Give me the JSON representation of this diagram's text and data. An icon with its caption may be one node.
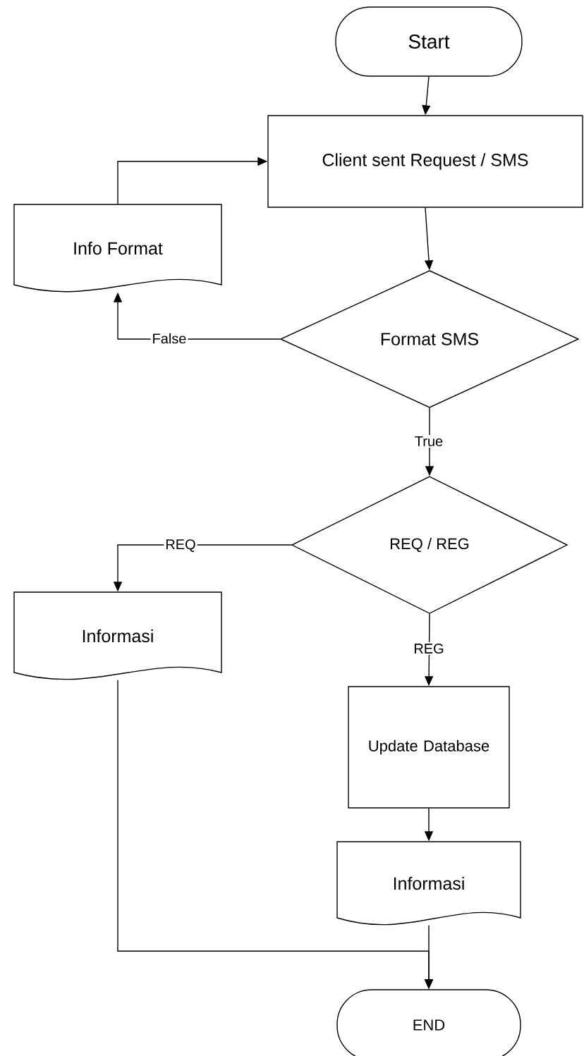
{
  "diagram": {
    "nodes": [
      {
        "text": [
          "Start"
        ]
      },
      {
        "text": [
          "Client sent Request / SMS"
        ]
      },
      {
        "text": [
          "Info Format"
        ]
      },
      {
        "text": [
          "Format SMS"
        ]
      },
      {
        "text": [
          "REQ / REG"
        ]
      },
      {
        "text": [
          "Informasi"
        ]
      },
      {
        "text": [
          "Update Database"
        ]
      },
      {
        "text": [
          "Informasi"
        ]
      },
      {
        "text": [
          "END"
        ]
      }
    ],
    "edges": [
      {
        "from": 0,
        "to": 1,
        "arrow": "to"
      },
      {
        "from": 1,
        "to": 3,
        "arrow": "to"
      },
      {
        "from": 3,
        "to": 2,
        "arrow": "to",
        "label": "False"
      },
      {
        "from": 2,
        "to": 1,
        "arrow": "to"
      },
      {
        "from": 3,
        "to": 4,
        "arrow": "to",
        "label": "True"
      },
      {
        "from": 4,
        "to": 5,
        "arrow": "to",
        "label": "REQ"
      },
      {
        "from": 4,
        "to": 6,
        "arrow": "to",
        "label": "REG"
      },
      {
        "from": 6,
        "to": 7,
        "arrow": "to"
      },
      {
        "from": 7,
        "to": 8,
        "arrow": "to"
      },
      {
        "from": 5,
        "to": 8,
        "arrow": "to"
      }
    ]
  }
}
